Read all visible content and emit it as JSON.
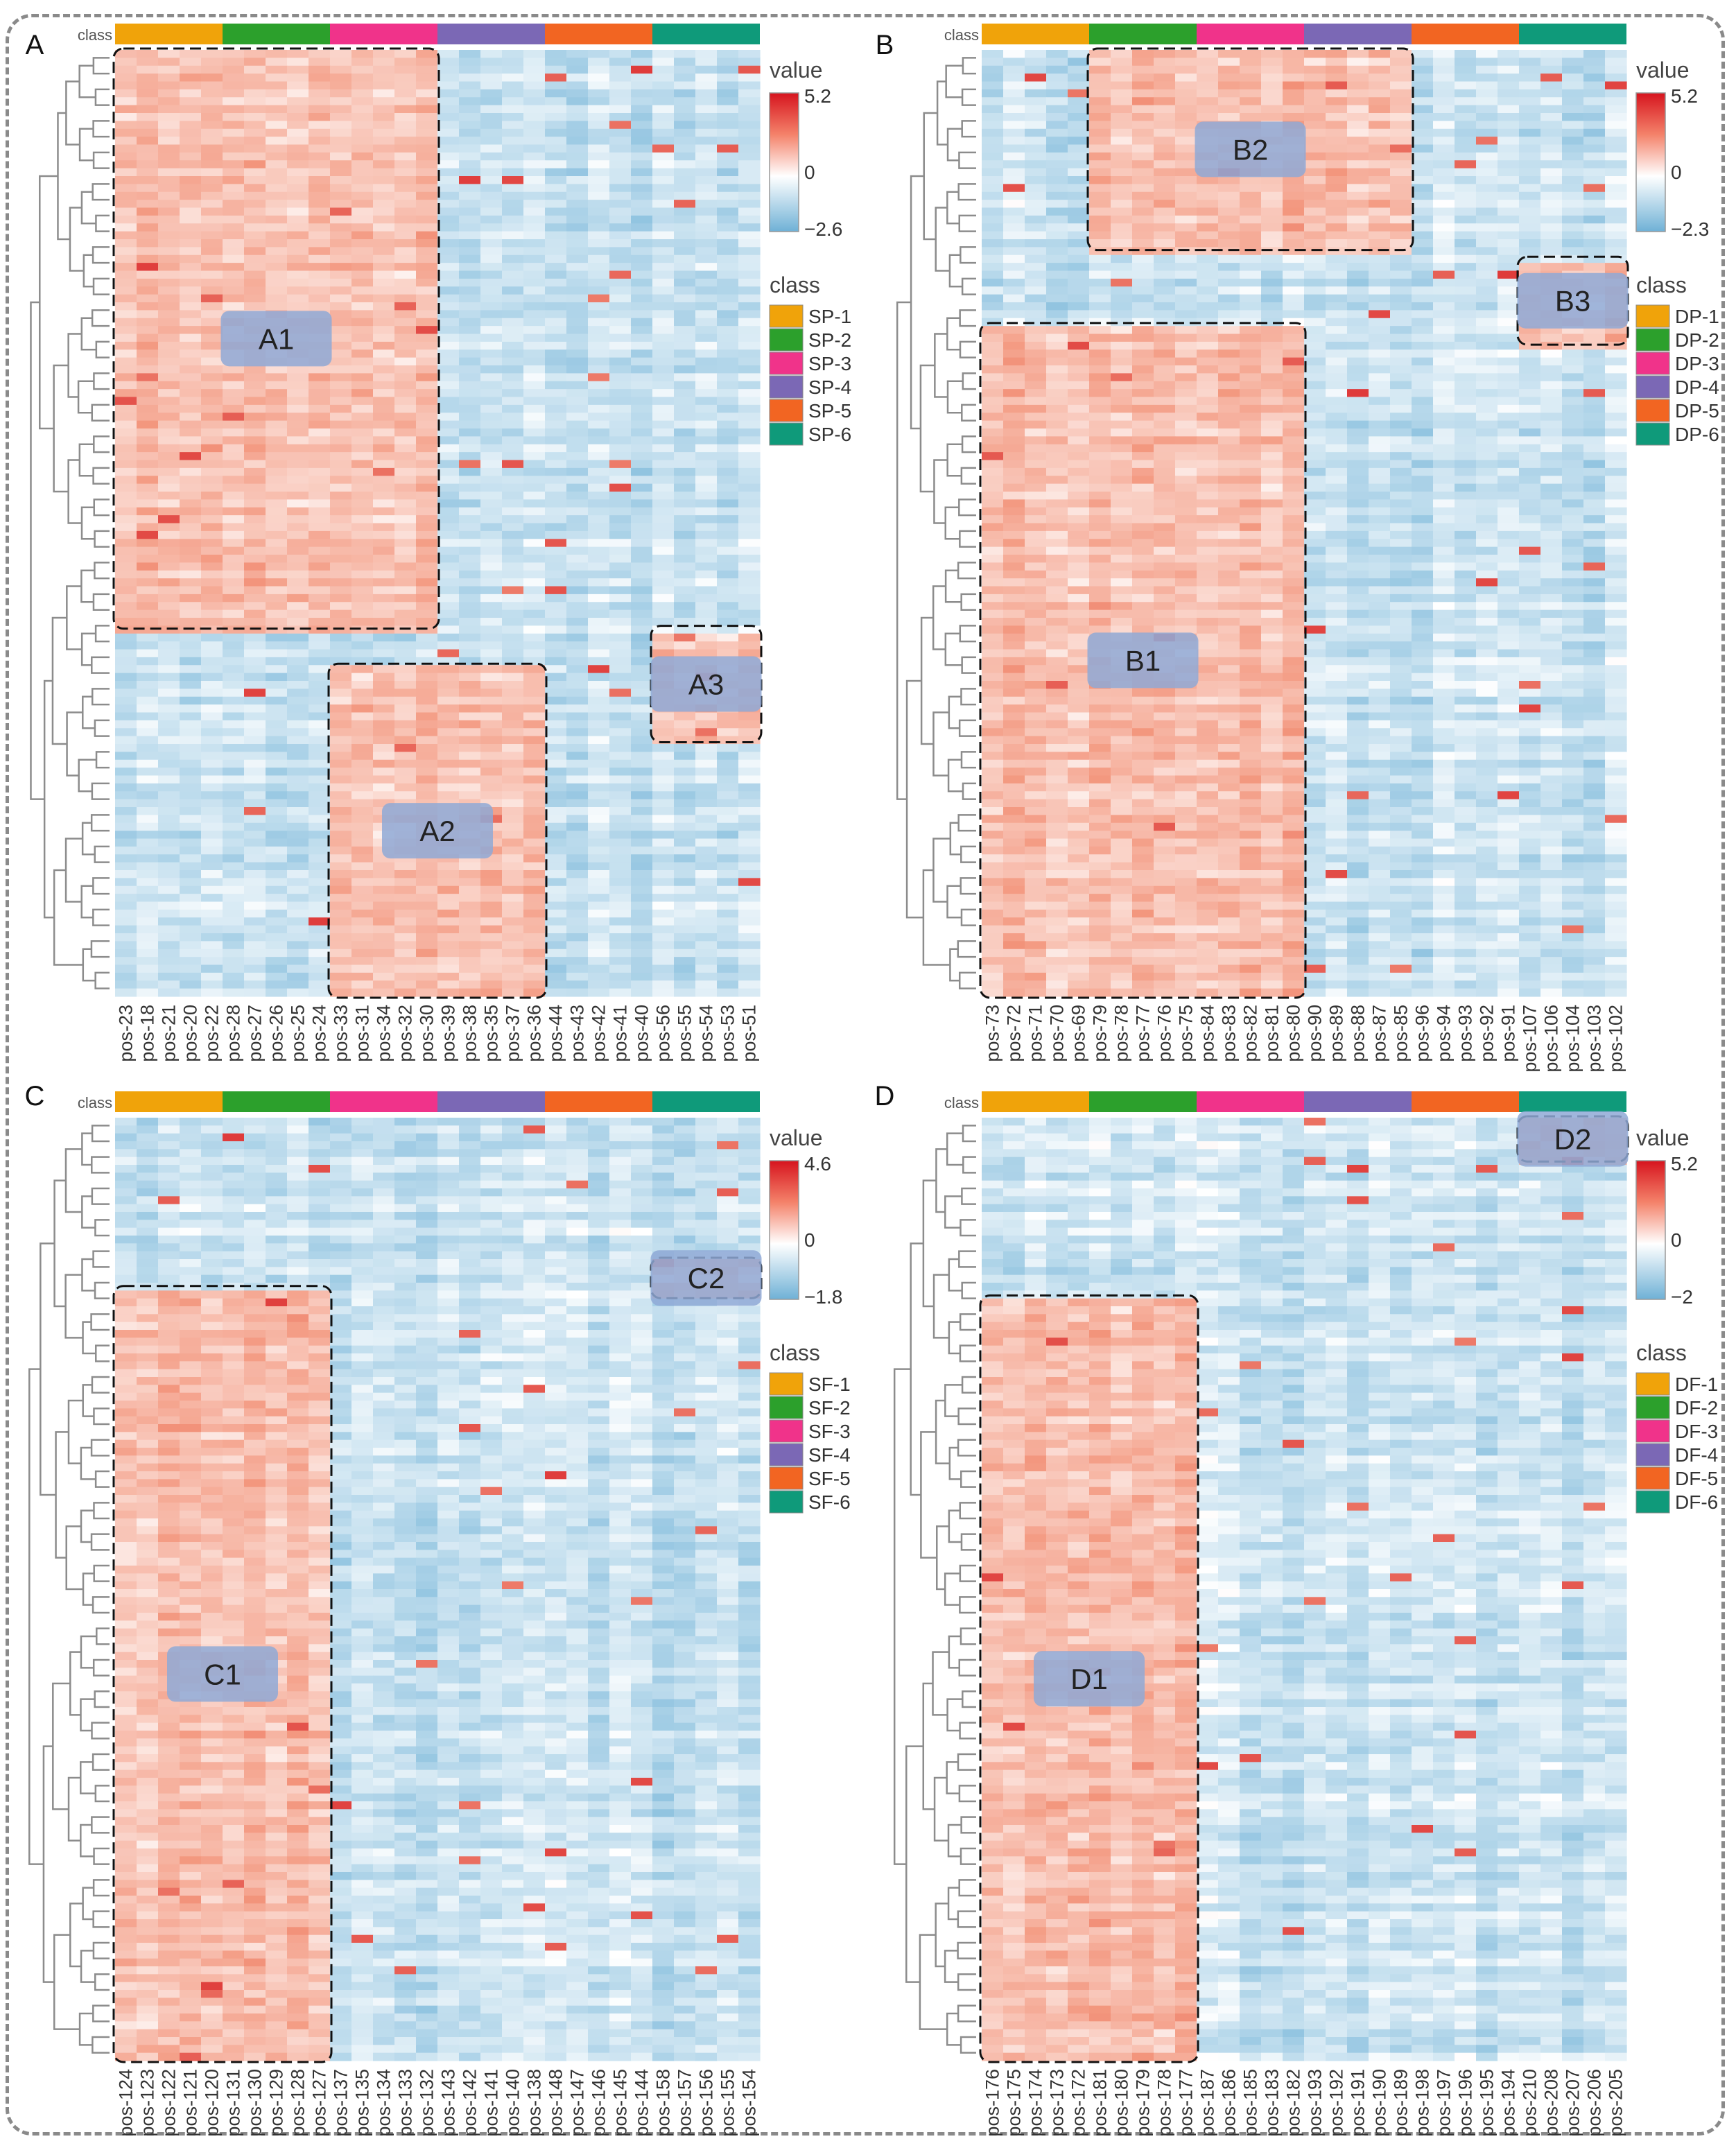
{
  "chart_data": [
    {
      "panel": "A",
      "type": "heatmap",
      "class_bar_label": "class",
      "class_colors": [
        "#f0a30a",
        "#2ca02c",
        "#f0338a",
        "#7b68b5",
        "#f26522",
        "#0f9a7a"
      ],
      "x": [
        "pos-23",
        "pos-18",
        "pos-21",
        "pos-20",
        "pos-22",
        "pos-28",
        "pos-27",
        "pos-26",
        "pos-25",
        "pos-24",
        "pos-33",
        "pos-31",
        "pos-34",
        "pos-32",
        "pos-30",
        "pos-39",
        "pos-38",
        "pos-35",
        "pos-37",
        "pos-36",
        "pos-44",
        "pos-43",
        "pos-42",
        "pos-41",
        "pos-40",
        "pos-56",
        "pos-55",
        "pos-54",
        "pos-53",
        "pos-51"
      ],
      "value_legend": {
        "title": "value",
        "max": "5.2",
        "zero": "0",
        "min": "−2.6"
      },
      "class_legend": {
        "title": "class",
        "items": [
          "SP-1",
          "SP-2",
          "SP-3",
          "SP-4",
          "SP-5",
          "SP-6"
        ]
      },
      "regions": [
        {
          "label": "A1",
          "cols": [
            0,
            14
          ],
          "rows": [
            0,
            0.61
          ]
        },
        {
          "label": "A2",
          "cols": [
            10,
            19
          ],
          "rows": [
            0.65,
            1.0
          ]
        },
        {
          "label": "A3",
          "cols": [
            25,
            29
          ],
          "rows": [
            0.61,
            0.73
          ]
        }
      ]
    },
    {
      "panel": "B",
      "type": "heatmap",
      "class_bar_label": "class",
      "class_colors": [
        "#f0a30a",
        "#2ca02c",
        "#f0338a",
        "#7b68b5",
        "#f26522",
        "#0f9a7a"
      ],
      "x": [
        "pos-73",
        "pos-72",
        "pos-71",
        "pos-70",
        "pos-69",
        "pos-79",
        "pos-78",
        "pos-77",
        "pos-76",
        "pos-75",
        "pos-84",
        "pos-83",
        "pos-82",
        "pos-81",
        "pos-80",
        "pos-90",
        "pos-89",
        "pos-88",
        "pos-87",
        "pos-85",
        "pos-96",
        "pos-94",
        "pos-93",
        "pos-92",
        "pos-91",
        "pos-107",
        "pos-106",
        "pos-104",
        "pos-103",
        "pos-102"
      ],
      "value_legend": {
        "title": "value",
        "max": "5.2",
        "zero": "0",
        "min": "−2.3"
      },
      "class_legend": {
        "title": "class",
        "items": [
          "DP-1",
          "DP-2",
          "DP-3",
          "DP-4",
          "DP-5",
          "DP-6"
        ]
      },
      "regions": [
        {
          "label": "B1",
          "cols": [
            0,
            14
          ],
          "rows": [
            0.29,
            1.0
          ]
        },
        {
          "label": "B2",
          "cols": [
            5,
            19
          ],
          "rows": [
            0.0,
            0.21
          ]
        },
        {
          "label": "B3",
          "cols": [
            25,
            29
          ],
          "rows": [
            0.22,
            0.31
          ]
        }
      ]
    },
    {
      "panel": "C",
      "type": "heatmap",
      "class_bar_label": "class",
      "class_colors": [
        "#f0a30a",
        "#2ca02c",
        "#f0338a",
        "#7b68b5",
        "#f26522",
        "#0f9a7a"
      ],
      "x": [
        "pos-124",
        "pos-123",
        "pos-122",
        "pos-121",
        "pos-120",
        "pos-131",
        "pos-130",
        "pos-129",
        "pos-128",
        "pos-127",
        "pos-137",
        "pos-135",
        "pos-134",
        "pos-133",
        "pos-132",
        "pos-143",
        "pos-142",
        "pos-141",
        "pos-140",
        "pos-138",
        "pos-148",
        "pos-147",
        "pos-146",
        "pos-145",
        "pos-144",
        "pos-158",
        "pos-157",
        "pos-156",
        "pos-155",
        "pos-154"
      ],
      "value_legend": {
        "title": "value",
        "max": "4.6",
        "zero": "0",
        "min": "−1.8"
      },
      "class_legend": {
        "title": "class",
        "items": [
          "SF-1",
          "SF-2",
          "SF-3",
          "SF-4",
          "SF-5",
          "SF-6"
        ]
      },
      "regions": [
        {
          "label": "C1",
          "cols": [
            0,
            9
          ],
          "rows": [
            0.18,
            1.0
          ]
        },
        {
          "label": "C2",
          "cols": [
            25,
            29
          ],
          "rows": [
            0.15,
            0.19
          ]
        }
      ]
    },
    {
      "panel": "D",
      "type": "heatmap",
      "class_bar_label": "class",
      "class_colors": [
        "#f0a30a",
        "#2ca02c",
        "#f0338a",
        "#7b68b5",
        "#f26522",
        "#0f9a7a"
      ],
      "x": [
        "pos-176",
        "pos-175",
        "pos-174",
        "pos-173",
        "pos-172",
        "pos-181",
        "pos-180",
        "pos-179",
        "pos-178",
        "pos-177",
        "pos-187",
        "pos-186",
        "pos-185",
        "pos-183",
        "pos-182",
        "pos-193",
        "pos-192",
        "pos-191",
        "pos-190",
        "pos-189",
        "pos-198",
        "pos-197",
        "pos-196",
        "pos-195",
        "pos-194",
        "pos-210",
        "pos-208",
        "pos-207",
        "pos-206",
        "pos-205"
      ],
      "value_legend": {
        "title": "value",
        "max": "5.2",
        "zero": "0",
        "min": "−2"
      },
      "class_legend": {
        "title": "class",
        "items": [
          "DF-1",
          "DF-2",
          "DF-3",
          "DF-4",
          "DF-5",
          "DF-6"
        ]
      },
      "regions": [
        {
          "label": "D1",
          "cols": [
            0,
            9
          ],
          "rows": [
            0.19,
            1.0
          ]
        },
        {
          "label": "D2",
          "cols": [
            25,
            29
          ],
          "rows": [
            0.0,
            0.045
          ]
        }
      ]
    }
  ]
}
